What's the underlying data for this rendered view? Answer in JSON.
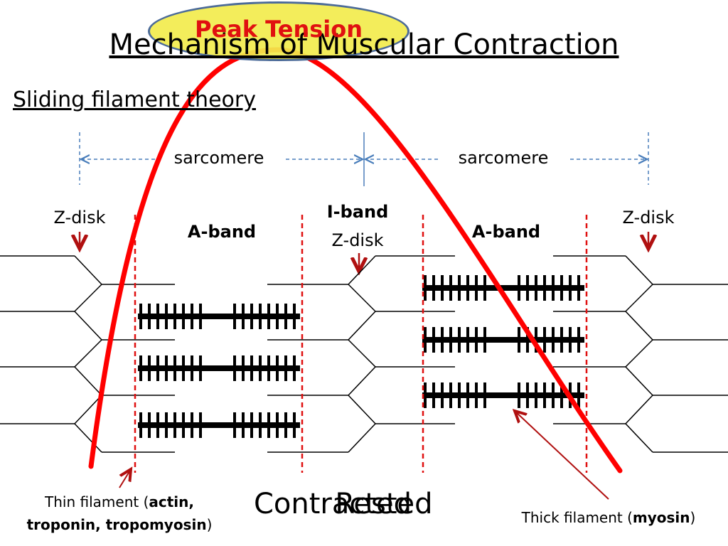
{
  "title": "Mechanism of Muscular Contraction",
  "subtitle": "Sliding filament theory",
  "peak_label": "Peak Tension",
  "sarcomere_left": "sarcomere",
  "sarcomere_right": "sarcomere",
  "z_disk_left": "Z-disk",
  "z_disk_right": "Z-disk",
  "i_band": "I-band",
  "z_disk_middle": "Z-disk",
  "a_band_left": "A-band",
  "a_band_right": "A-band",
  "thin_filament": {
    "prefix": "Thin filament (",
    "bold_1": "actin,",
    "bold_2": "troponin, tropomyosin",
    "suffix": ")"
  },
  "thick_filament": {
    "prefix": "Thick filament (",
    "bold": "myosin",
    "suffix": ")"
  },
  "state_label_1": "Contracted",
  "state_label_2": "Rested",
  "colors": {
    "curve": "#ff0000",
    "dashed_band": "#e01010",
    "dimension": "#4a7ebb",
    "arrow": "#b01010",
    "peak_fill": "#f3ec4e",
    "peak_border": "#3d5f91"
  }
}
